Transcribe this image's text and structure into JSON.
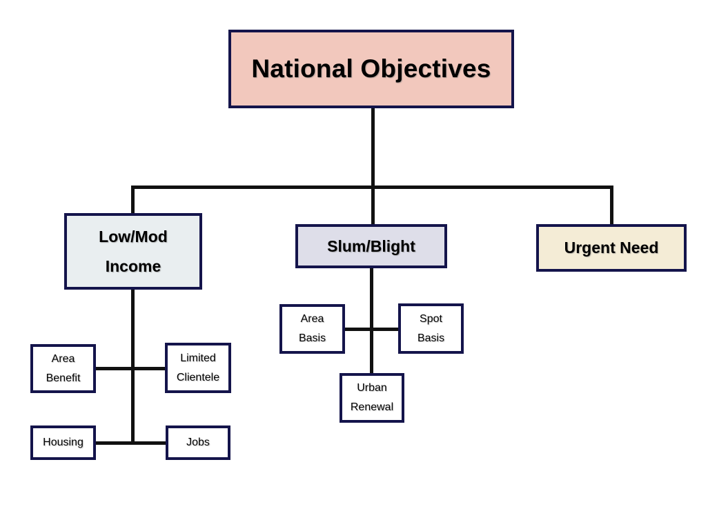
{
  "diagram": {
    "title": "National Objectives",
    "type": "organizational-hierarchy",
    "colors": {
      "root_fill": "#f2c8bd",
      "lowmod_fill": "#e9eef0",
      "slum_fill": "#dedee9",
      "urgent_fill": "#f4ecd6",
      "leaf_fill": "#ffffff",
      "border": "#14144b",
      "connector": "#111111",
      "background": "#ffffff",
      "text": "#000000"
    },
    "root": {
      "label": "National Objectives"
    },
    "branches": [
      {
        "id": "low-mod-income",
        "label_line1": "Low/Mod",
        "label_line2": "Income",
        "children": [
          {
            "id": "area-benefit",
            "label_line1": "Area",
            "label_line2": "Benefit",
            "side": "left"
          },
          {
            "id": "limited-clientele",
            "label_line1": "Limited",
            "label_line2": "Clientele",
            "side": "right"
          },
          {
            "id": "housing",
            "label_line1": "Housing",
            "label_line2": "",
            "side": "left"
          },
          {
            "id": "jobs",
            "label_line1": "Jobs",
            "label_line2": "",
            "side": "right"
          }
        ]
      },
      {
        "id": "slum-blight",
        "label_line1": "Slum/Blight",
        "label_line2": "",
        "children": [
          {
            "id": "area-basis",
            "label_line1": "Area",
            "label_line2": "Basis",
            "side": "left"
          },
          {
            "id": "spot-basis",
            "label_line1": "Spot",
            "label_line2": "Basis",
            "side": "right"
          },
          {
            "id": "urban-renewal",
            "label_line1": "Urban",
            "label_line2": "Renewal",
            "side": "bottom"
          }
        ]
      },
      {
        "id": "urgent-need",
        "label_line1": "Urgent Need",
        "label_line2": "",
        "children": []
      }
    ]
  }
}
